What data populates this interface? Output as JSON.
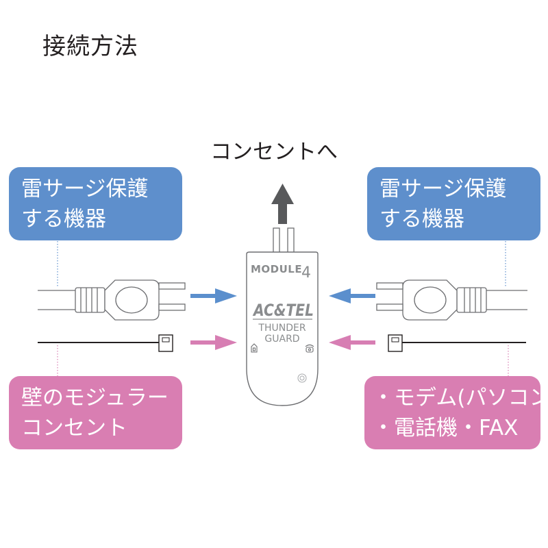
{
  "title": "接続方法",
  "outlet_label": "コンセントへ",
  "boxes": {
    "top_left": [
      "雷サージ保護",
      "する機器"
    ],
    "top_right": [
      "雷サージ保護",
      "する機器"
    ],
    "bottom_left": [
      "壁のモジュラー",
      "コンセント"
    ],
    "bottom_right": [
      "・モデム(パソコン)",
      "・電話機・FAX"
    ]
  },
  "device": {
    "model": "MODULE",
    "model_num": "4",
    "brand": "AC&TEL",
    "name_line1": "THUNDER",
    "name_line2": "GUARD"
  },
  "colors": {
    "blue": "#5e8fcc",
    "pink": "#d97eb2",
    "arrow_blue": "#5b8fcd",
    "arrow_pink": "#d77eb3",
    "device_stroke": "#6d6e71",
    "dark_arrow": "#58595b"
  }
}
